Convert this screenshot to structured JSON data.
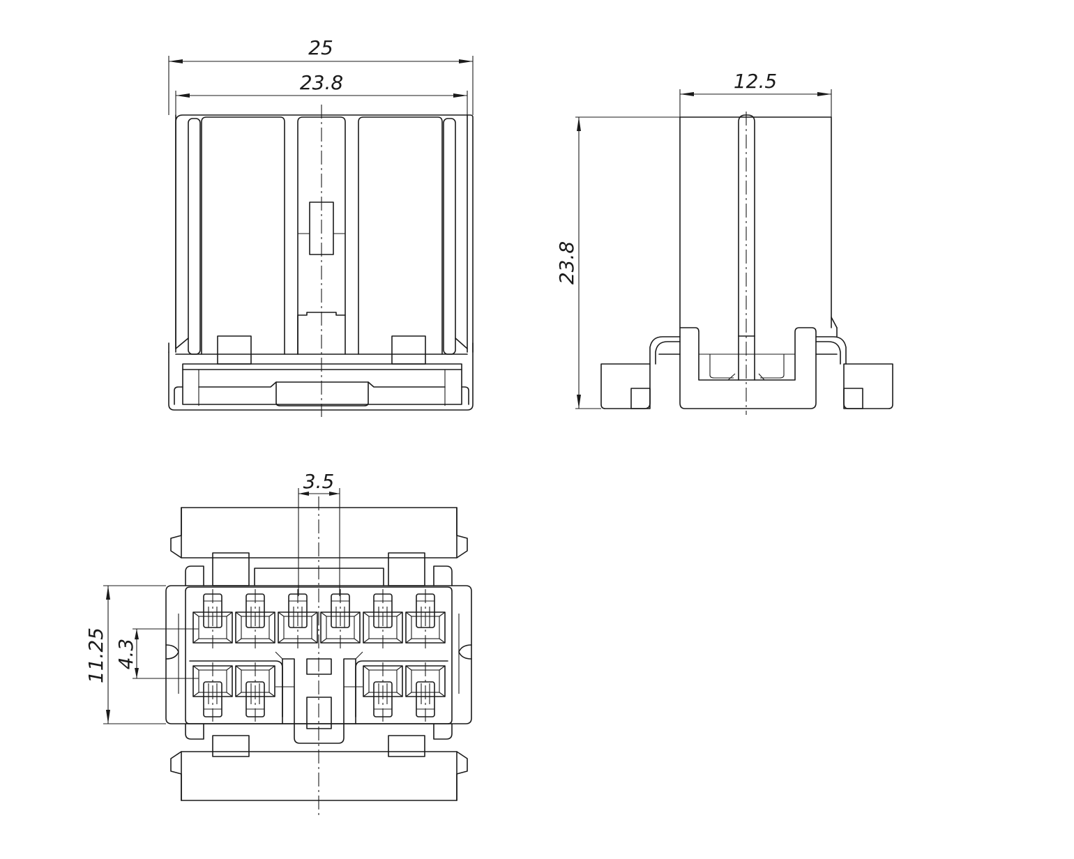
{
  "drawing": {
    "front_view": {
      "overall_width": "25",
      "inner_width": "23.8"
    },
    "side_view": {
      "depth": "12.5",
      "height": "23.8"
    },
    "bottom_view": {
      "pitch": "3.5",
      "outer_row_span": "11.25",
      "row_spacing": "4.3",
      "top_row_cavities": 6,
      "bottom_row_cavities": 4
    }
  }
}
